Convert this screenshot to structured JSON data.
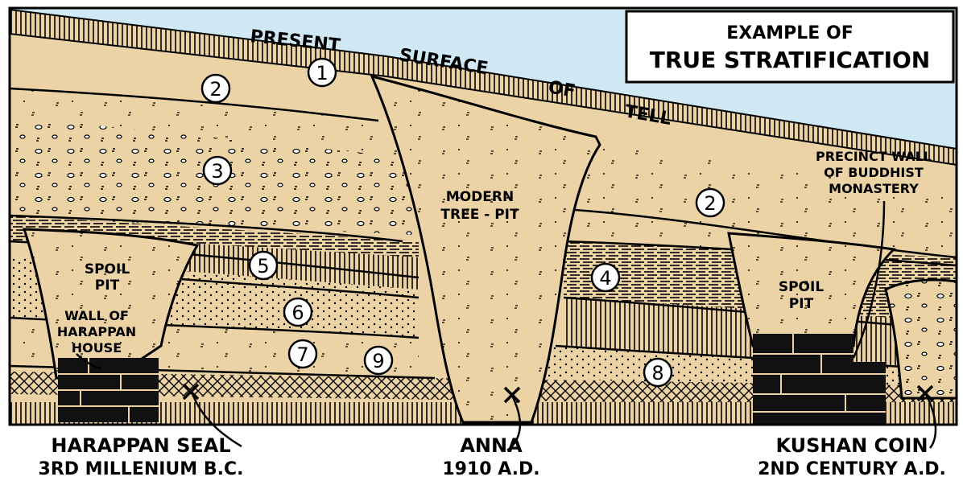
{
  "title": {
    "line1": "EXAMPLE OF",
    "line2": "TRUE STRATIFICATION"
  },
  "surface_label": {
    "present": "PRESENT",
    "surface": "SURFACE",
    "of": "OF",
    "tell": "TELL"
  },
  "layer_numbers": [
    "1",
    "2",
    "3",
    "2",
    "4",
    "5",
    "6",
    "7",
    "8",
    "9"
  ],
  "labels": {
    "modern_tree_pit_1": "MODERN",
    "modern_tree_pit_2": "TREE - PIT",
    "spoil_pit_left_1": "SPOIL",
    "spoil_pit_left_2": "PIT",
    "spoil_pit_right_1": "SPOIL",
    "spoil_pit_right_2": "PIT",
    "harappan_wall_1": "WALL OF",
    "harappan_wall_2": "HARAPPAN",
    "harappan_wall_3": "HOUSE",
    "precinct_1": "PRECINCT WALL",
    "precinct_2": "OF BUDDHIST",
    "precinct_3": "MONASTERY"
  },
  "captions": {
    "harappan_seal_1": "HARAPPAN SEAL",
    "harappan_seal_2": "3RD MILLENIUM B.C.",
    "anna_1": "ANNA",
    "anna_2": "1910 A.D.",
    "kushan_1": "KUSHAN COIN",
    "kushan_2": "2ND CENTURY A.D."
  },
  "colors": {
    "sky": "#cfe8f3",
    "soil": "#ecd3a6",
    "ink": "#000000",
    "paper": "#ffffff"
  }
}
